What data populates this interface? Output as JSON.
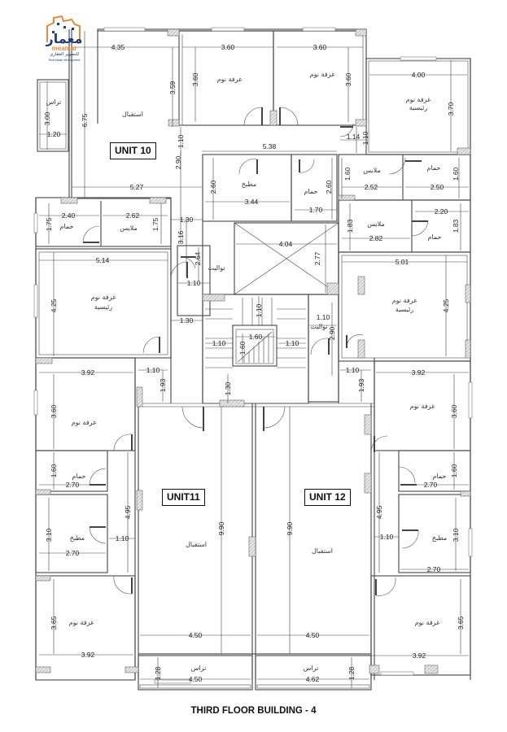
{
  "logo": {
    "brand_ar": "معمار",
    "brand_en": "meamar",
    "tagline_ar": "للتطوير العقاري",
    "tagline_en": "Real estate development",
    "colors": {
      "primary": "#1f3d7a",
      "accent": "#e58a3a"
    }
  },
  "title": "THIRD FLOOR BUILDING - 4",
  "units": [
    {
      "id": "unit10",
      "label": "UNIT 10"
    },
    {
      "id": "unit11",
      "label": "UNIT11"
    },
    {
      "id": "unit12",
      "label": "UNIT 12"
    }
  ],
  "rooms": {
    "u10_terrace": "تراس",
    "u10_reception": "استقبال",
    "u10_bed1": "غرفة نوم",
    "u10_bed2": "غرفة نوم",
    "u10_master_l1": "غرفة نوم",
    "u10_master_l2": "رئيسية",
    "u10_dress_r": "ملابس",
    "u10_bath_r": "حمام",
    "u10_kitchen": "مطبخ",
    "u10_bath_c": "حمام",
    "u11_bath_top": "حمام",
    "u11_dress_top": "ملابس",
    "u11_master_l1": "غرفة نوم",
    "u11_master_l2": "رئيسية",
    "u11_toilet": "تواليت",
    "u11_bed": "غرفة نوم",
    "u11_bath": "حمام",
    "u11_kitchen": "مطبخ",
    "u11_reception": "استقبال",
    "u11_bed_bottom": "غرفة نوم",
    "u11_terrace": "تراس",
    "u12_dress_top": "ملابس",
    "u12_bath_top": "حمام",
    "u12_master_l1": "غرفة نوم",
    "u12_master_l2": "رئيسية",
    "u12_toilet": "تواليت",
    "u12_bed": "غرفة نوم",
    "u12_bath": "حمام",
    "u12_kitchen": "مطبخ",
    "u12_reception": "استقبال",
    "u12_bed_bottom": "غرفة نوم",
    "u12_terrace": "تراس"
  },
  "dimensions": {
    "d_435": "4.35",
    "d_360a": "3.60",
    "d_360b": "3.60",
    "d_359": "3.59",
    "d_360v1": "3.60",
    "d_360v2": "3.60",
    "d_400": "4.00",
    "d_370": "3.70",
    "d_300": "3.00",
    "d_120": "1.20",
    "d_675": "6.75",
    "d_110a": "1.10",
    "d_114": "1.14",
    "d_110b": "1.10",
    "d_538": "5.38",
    "d_290a": "2.90",
    "d_527": "5.27",
    "d_260a": "2.60",
    "d_344": "3.44",
    "d_260b": "2.60",
    "d_170": "1.70",
    "d_160a": "1.60",
    "d_252": "2.52",
    "d_160b": "1.60",
    "d_250": "2.50",
    "d_240": "2.40",
    "d_262": "2.62",
    "d_175a": "1.75",
    "d_175b": "1.75",
    "d_130a": "1.30",
    "d_316": "3.16",
    "d_264": "2.64",
    "d_404": "4.04",
    "d_277": "2.77",
    "d_183a": "1.83",
    "d_282": "2.82",
    "d_220": "2.20",
    "d_183b": "1.83",
    "d_514": "5.14",
    "d_425a": "4.25",
    "d_110c": "1.10",
    "d_501": "5.01",
    "d_425b": "4.25",
    "d_110d": "1.10",
    "d_130b": "1.30",
    "d_110e": "1.10",
    "d_290b": "2.90",
    "d_160c": "1.60",
    "d_160d": "1.60",
    "d_110f": "1.10",
    "d_110g": "1.10",
    "d_392a": "3.92",
    "d_110h": "1.10",
    "d_193a": "1.93",
    "d_130c": "1.30",
    "d_110i": "1.10",
    "d_193b": "1.93",
    "d_392b": "3.92",
    "d_360c": "3.60",
    "d_360d": "3.60",
    "d_160e": "1.60",
    "d_270a": "2.70",
    "d_160f": "1.60",
    "d_270b": "2.70",
    "d_495a": "4.95",
    "d_495b": "4.95",
    "d_310a": "3.10",
    "d_110j": "1.10",
    "d_270c": "2.70",
    "d_990a": "9.90",
    "d_990b": "9.90",
    "d_310b": "3.10",
    "d_110k": "1.10",
    "d_270d": "2.70",
    "d_365a": "3.65",
    "d_365b": "3.65",
    "d_450a": "4.50",
    "d_450b": "4.50",
    "d_392c": "3.92",
    "d_392d": "3.92",
    "d_128a": "1.28",
    "d_450c": "4.50",
    "d_462": "4.62",
    "d_128b": "1.28"
  }
}
